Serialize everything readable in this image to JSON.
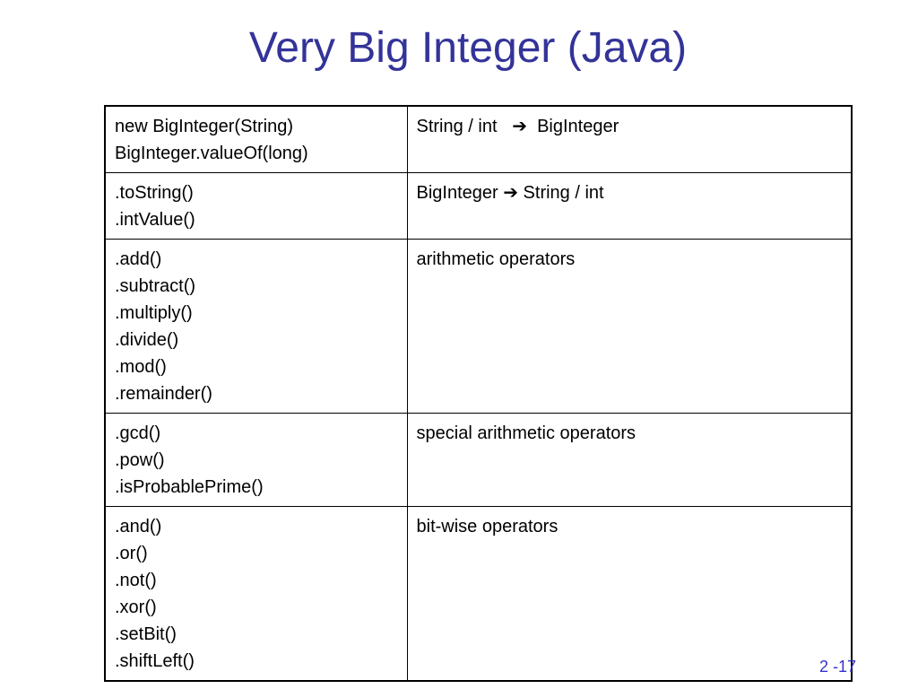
{
  "title": "Very Big Integer (Java)",
  "page_number": "2 -17",
  "rows": [
    {
      "methods": [
        "new BigInteger(String)",
        "BigInteger.valueOf(long)"
      ],
      "description": "String / int   ➔  BigInteger"
    },
    {
      "methods": [
        ".toString()",
        ".intValue()"
      ],
      "description": "BigInteger ➔ String / int"
    },
    {
      "methods": [
        ".add()",
        ".subtract()",
        ".multiply()",
        ".divide()",
        ".mod()",
        ".remainder()"
      ],
      "description": "arithmetic operators"
    },
    {
      "methods": [
        ".gcd()",
        ".pow()",
        ".isProbablePrime()"
      ],
      "description": "special arithmetic operators"
    },
    {
      "methods": [
        ".and()",
        ".or()",
        ".not()",
        ".xor()",
        ".setBit()",
        ".shiftLeft()"
      ],
      "description": "bit-wise operators"
    }
  ]
}
